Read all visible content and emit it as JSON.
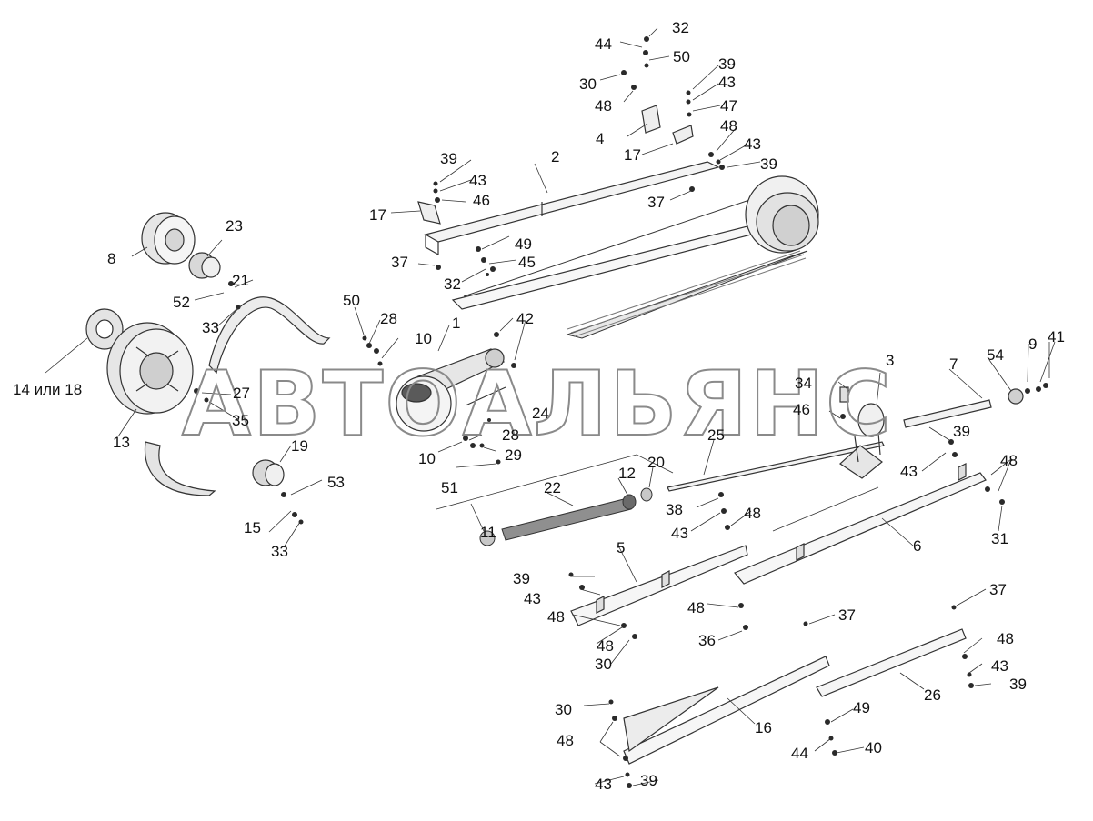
{
  "watermark": "АВТОАЛЬЯНС",
  "callouts": [
    "1",
    "2",
    "3",
    "4",
    "5",
    "6",
    "7",
    "8",
    "9",
    "10",
    "10",
    "11",
    "12",
    "13",
    "14 или 18",
    "15",
    "16",
    "17",
    "17",
    "19",
    "20",
    "21",
    "22",
    "23",
    "24",
    "25",
    "26",
    "27",
    "28",
    "28",
    "29",
    "30",
    "30",
    "30",
    "31",
    "32",
    "32",
    "33",
    "33",
    "34",
    "35",
    "36",
    "37",
    "37",
    "37",
    "37",
    "38",
    "39",
    "39",
    "39",
    "39",
    "39",
    "39",
    "39",
    "40",
    "41",
    "42",
    "43",
    "43",
    "43",
    "43",
    "43",
    "43",
    "43",
    "43",
    "44",
    "44",
    "45",
    "46",
    "46",
    "47",
    "48",
    "48",
    "48",
    "48",
    "48",
    "48",
    "48",
    "48",
    "48",
    "49",
    "49",
    "50",
    "50",
    "51",
    "52",
    "53",
    "54"
  ]
}
